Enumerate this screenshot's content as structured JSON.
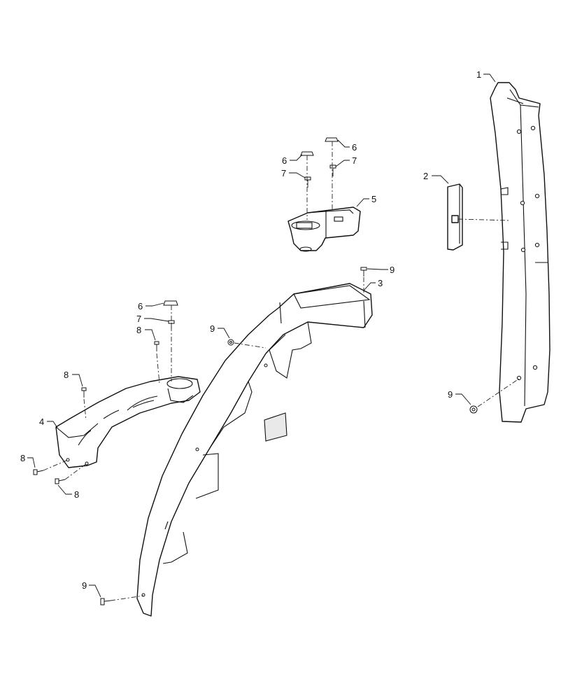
{
  "callouts": {
    "c1": "1",
    "c2": "2",
    "c3": "3",
    "c4": "4",
    "c5": "5",
    "c6a": "6",
    "c6b": "6",
    "c6c": "6",
    "c7a": "7",
    "c7b": "7",
    "c7c": "7",
    "c8a": "8",
    "c8b": "8",
    "c8c": "8",
    "c8d": "8",
    "c9a": "9",
    "c9b": "9",
    "c9c": "9",
    "c9d": "9"
  }
}
